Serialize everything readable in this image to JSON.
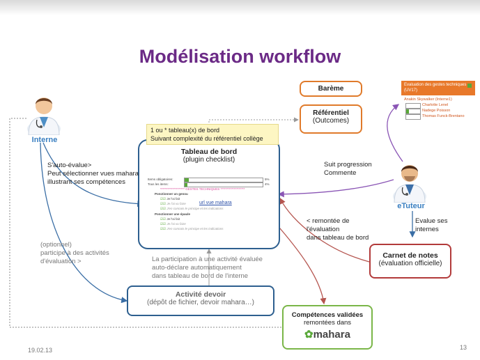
{
  "title": "Modélisation workflow",
  "footer": {
    "date": "19.02.13",
    "page": "13"
  },
  "actors": {
    "interne": "Interne",
    "etuteur": "eTuteur"
  },
  "boxes": {
    "bareme": "Barème",
    "referentiel_title": "Référentiel",
    "referentiel_sub": "(Outcomes)",
    "tableau_note_line1": "1 ou * tableau(x) de bord",
    "tableau_note_line2": "Suivant complexité du référentiel collège",
    "tableau_title": "Tableau de bord",
    "tableau_sub": "(plugin checklist)",
    "activite_title": "Activité devoir",
    "activite_sub": "(dépôt de fichier, devoir mahara…)",
    "carnet_title": "Carnet de notes",
    "carnet_sub": "(évaluation officielle)",
    "competences_title": "Compétences validées",
    "competences_sub": "remontées dans",
    "mahara_logo": "mahara"
  },
  "labels": {
    "auto_eval": [
      "S'auto-évalue>",
      "Peut sélectionner vues mahara",
      "illustrant ses compétences"
    ],
    "optionnel": [
      "(optionnel)",
      "participe à des activités",
      "d'évaluation >"
    ],
    "participation": [
      "La participation à une activité évaluée",
      "auto-déclare automatiquement",
      "dans tableau de bord de l'interne"
    ],
    "suit": [
      "Suit progression",
      "Commente"
    ],
    "remontee": [
      "< remontée de",
      "l'évaluation",
      "dans tableau de bord"
    ],
    "evalue": [
      "Evalue ses",
      "internes"
    ]
  },
  "checklist": {
    "items_obligatoires": "Items obligatoires:",
    "tous_items": "Tous les items:",
    "pct1": "5%",
    "pct2": "4%",
    "progress1": 0.05,
    "progress2": 0.04,
    "gestes": "******************** GESTES TECHNIQUES ********************",
    "section1": "Ponctionner un genou",
    "rows1": [
      "Je l'ai fait",
      "Je l'ai vu faire",
      "J'en connais le principe et les indications"
    ],
    "vue_link": "url vue mahara",
    "section2": "Ponctionner une épaule",
    "rows2": [
      "Je l'ai fait",
      "Je l'ai vu faire",
      "J'en connais le principe et les indications"
    ]
  },
  "eval_panel": {
    "title": "Evaluation des gestes techniques (UV17)",
    "rows": [
      "Anakin Skywalker (Interne1)",
      "Charlotte Lenel",
      "Nadege Poisson",
      "Thomas Funck-Brentano"
    ]
  },
  "colors": {
    "title": "#6b2a86",
    "orange": "#e07a2a",
    "blue": "#2d5f8f",
    "green": "#7ab648",
    "red": "#b23a3a",
    "purple": "#8a55b5"
  }
}
